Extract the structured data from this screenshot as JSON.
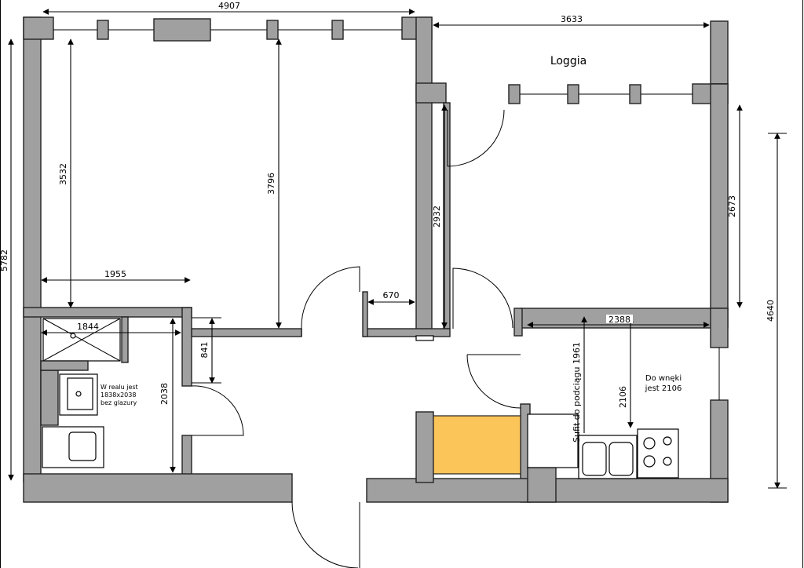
{
  "dimensions": {
    "top_width_left": "4907",
    "top_width_right": "3633",
    "left_height": "5782",
    "room1_left_height": "3532",
    "room1_right_height": "3796",
    "room1_lower_width": "1955",
    "bath_width": "1844",
    "bath_height": "2038",
    "corridor_small": "841",
    "door_gap": "670",
    "room2_height": "2932",
    "loggia_side": "2673",
    "right_height": "4640",
    "kitchen_width": "2388",
    "kitchen_height": "2106",
    "kitchen_ceiling_note": "Sufit do podciągu 1961"
  },
  "labels": {
    "loggia": "Loggia",
    "bath_note_line1": "W realu jest",
    "bath_note_line2": "1838x2038",
    "bath_note_line3": "bez glazury",
    "niche_note_line1": "Do wnęki",
    "niche_note_line2": "jest 2106"
  },
  "colors": {
    "wall": "#a0a0a0",
    "cabinet": "#fcc55a"
  }
}
